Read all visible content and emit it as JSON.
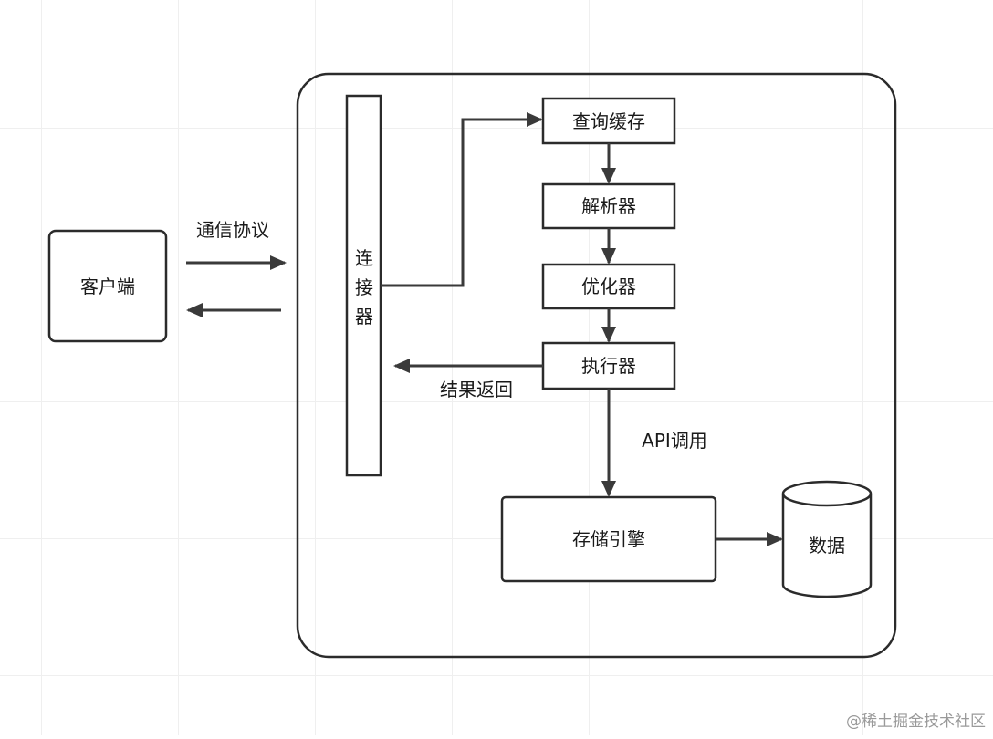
{
  "nodes": {
    "client": "客户端",
    "connector": [
      "连",
      "接",
      "器"
    ],
    "query_cache": "查询缓存",
    "parser": "解析器",
    "optimizer": "优化器",
    "executor": "执行器",
    "storage_engine": "存储引擎",
    "data": "数据"
  },
  "edges": {
    "protocol": "通信协议",
    "result_return": "结果返回",
    "api_call": "API调用"
  },
  "watermark": "@稀土掘金技术社区",
  "colors": {
    "stroke": "#2b2b2b",
    "arrow": "#3a3a3a",
    "grid": "#efefef",
    "watermark": "#9a9a9a"
  }
}
